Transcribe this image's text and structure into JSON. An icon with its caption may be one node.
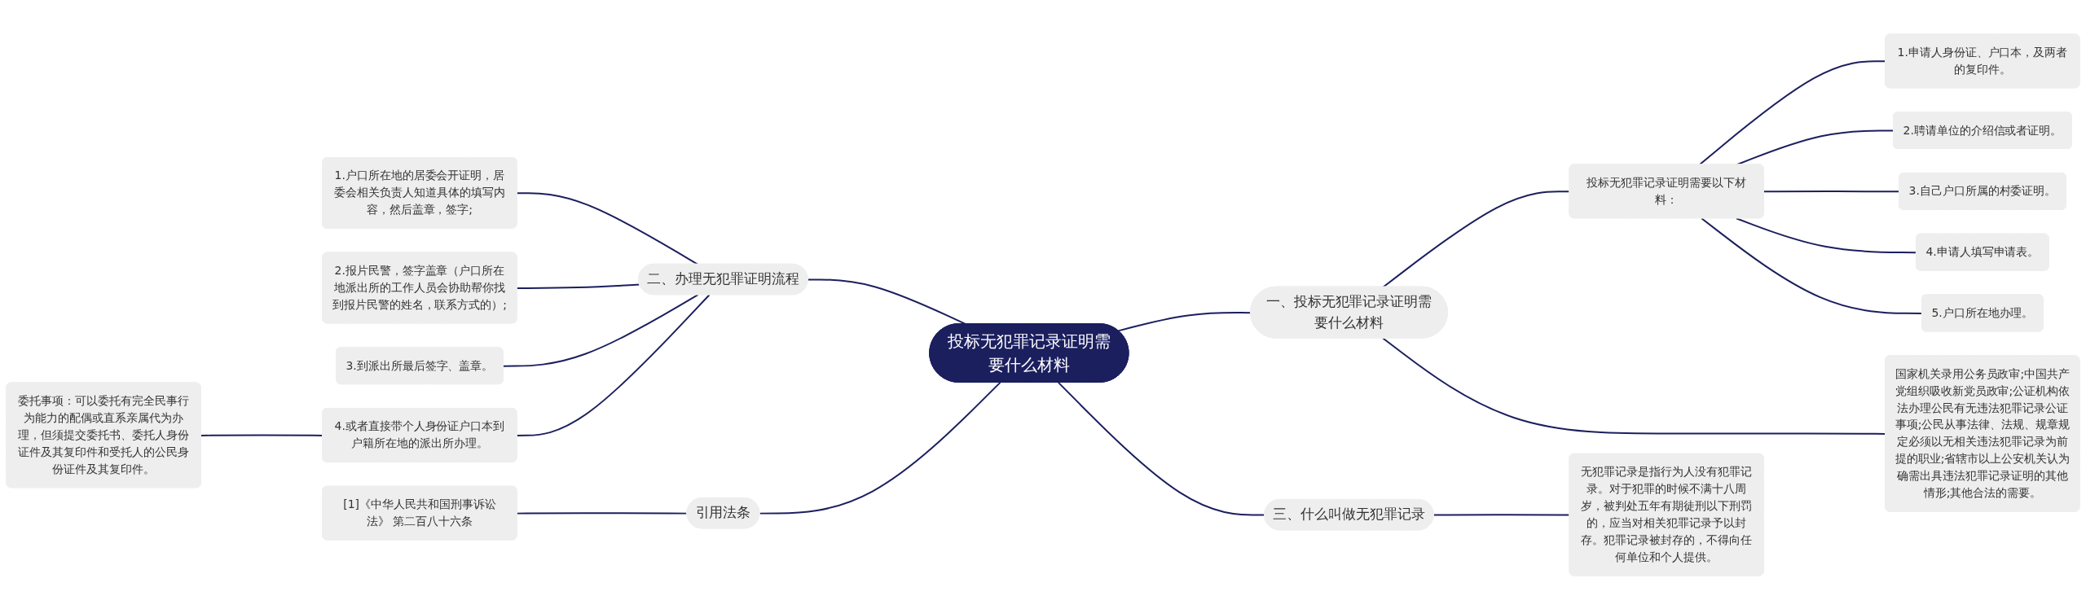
{
  "diagram": {
    "nodes": [
      {
        "text": [
          "投标无犯罪记录证明需要什么材料"
        ]
      },
      {
        "text": [
          "一、投标无犯罪记录证明需要什么材料"
        ]
      },
      {
        "text": [
          "投标无犯罪记录证明需要以下材料："
        ]
      },
      {
        "text": [
          "1.申请人身份证、户口本，及两者的复印件。"
        ]
      },
      {
        "text": [
          "2.聘请单位的介绍信或者证明。"
        ]
      },
      {
        "text": [
          "3.自己户口所属的村委证明。"
        ]
      },
      {
        "text": [
          "4.申请人填写申请表。"
        ]
      },
      {
        "text": [
          "5.户口所在地办理。"
        ]
      },
      {
        "text": [
          "国家机关录用公务员政审;中国共产党组织吸收新党员政审;公证机构依法办理公民有无违法犯罪记录公证事项;公民从事法律、法规、规章规定必须以无相关违法犯罪记录为前提的职业;省辖市以上公安机关认为确需出具违法犯罪记录证明的其他情形;其他合法的需要。"
        ]
      },
      {
        "text": [
          "三、什么叫做无犯罪记录"
        ]
      },
      {
        "text": [
          "无犯罪记录是指行为人没有犯罪记录。对于犯罪的时候不满十八周岁，被判处五年有期徒刑以下刑罚的，应当对相关犯罪记录予以封存。犯罪记录被封存的，不得向任何单位和个人提供。"
        ]
      },
      {
        "text": [
          "二、办理无犯罪证明流程"
        ]
      },
      {
        "text": [
          "1.户口所在地的居委会开证明，居委会相关负责人知道具体的填写内容，然后盖章，签字;"
        ]
      },
      {
        "text": [
          "2.报片民警，签字盖章（户口所在地派出所的工作人员会协助帮你找到报片民警的姓名，联系方式的）;"
        ]
      },
      {
        "text": [
          "3.到派出所最后签字、盖章。"
        ]
      },
      {
        "text": [
          "4.或者直接带个人身份证户口本到户籍所在地的派出所办理。"
        ]
      },
      {
        "text": [
          "委托事项：可以委托有完全民事行为能力的配偶或直系亲属代为办理，但须提交委托书、委托人身份证件及其复印件和受托人的公民身份证件及其复印件。"
        ]
      },
      {
        "text": [
          "引用法条"
        ]
      },
      {
        "text": [
          "[1]《中华人民共和国刑事诉讼法》 第二百八十六条"
        ]
      }
    ],
    "edges": [
      {
        "from": 0,
        "to": 1,
        "arrow": "none"
      },
      {
        "from": 1,
        "to": 2,
        "arrow": "none"
      },
      {
        "from": 2,
        "to": 3,
        "arrow": "none"
      },
      {
        "from": 2,
        "to": 4,
        "arrow": "none"
      },
      {
        "from": 2,
        "to": 5,
        "arrow": "none"
      },
      {
        "from": 2,
        "to": 6,
        "arrow": "none"
      },
      {
        "from": 2,
        "to": 7,
        "arrow": "none"
      },
      {
        "from": 1,
        "to": 8,
        "arrow": "none"
      },
      {
        "from": 0,
        "to": 9,
        "arrow": "none"
      },
      {
        "from": 9,
        "to": 10,
        "arrow": "none"
      },
      {
        "from": 11,
        "to": 0,
        "arrow": "none"
      },
      {
        "from": 12,
        "to": 11,
        "arrow": "none"
      },
      {
        "from": 13,
        "to": 11,
        "arrow": "none"
      },
      {
        "from": 14,
        "to": 11,
        "arrow": "none"
      },
      {
        "from": 15,
        "to": 11,
        "arrow": "none"
      },
      {
        "from": 16,
        "to": 15,
        "arrow": "none"
      },
      {
        "from": 17,
        "to": 0,
        "arrow": "none"
      },
      {
        "from": 18,
        "to": 17,
        "arrow": "none"
      }
    ]
  }
}
